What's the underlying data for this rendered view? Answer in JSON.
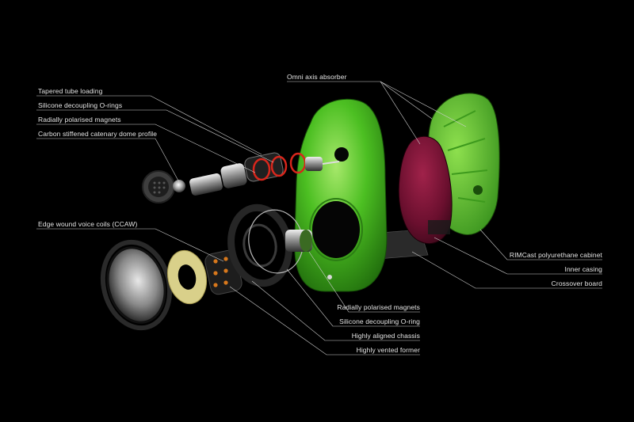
{
  "callouts": {
    "left": {
      "tapered_tube_loading": "Tapered tube loading",
      "silicone_decoupling_o_rings": "Silicone decoupling O-rings",
      "radially_polarised_magnets": "Radially polarised magnets",
      "carbon_dome_profile": "Carbon stiffened catenary dome profile",
      "edge_wound_voice_coils": "Edge wound voice coils (CCAW)"
    },
    "top": {
      "omni_axis_absorber": "Omni axis absorber"
    },
    "right": {
      "rimcast_cabinet": "RIMCast polyurethane cabinet",
      "inner_casing": "Inner casing",
      "crossover_board": "Crossover board"
    },
    "bottom": {
      "radially_polarised_magnets": "Radially polarised magnets",
      "silicone_decoupling_o_ring": "Silicone decoupling O-ring",
      "highly_aligned_chassis": "Highly aligned chassis",
      "highly_vented_former": "Highly vented former"
    }
  },
  "colors": {
    "background": "#000000",
    "cabinet_green": "#4fc224",
    "inner_casing_maroon": "#6e1030",
    "accent_red": "#d8261c",
    "cone_beige": "#d9d08a",
    "leader_line": "#cfcfcf"
  }
}
